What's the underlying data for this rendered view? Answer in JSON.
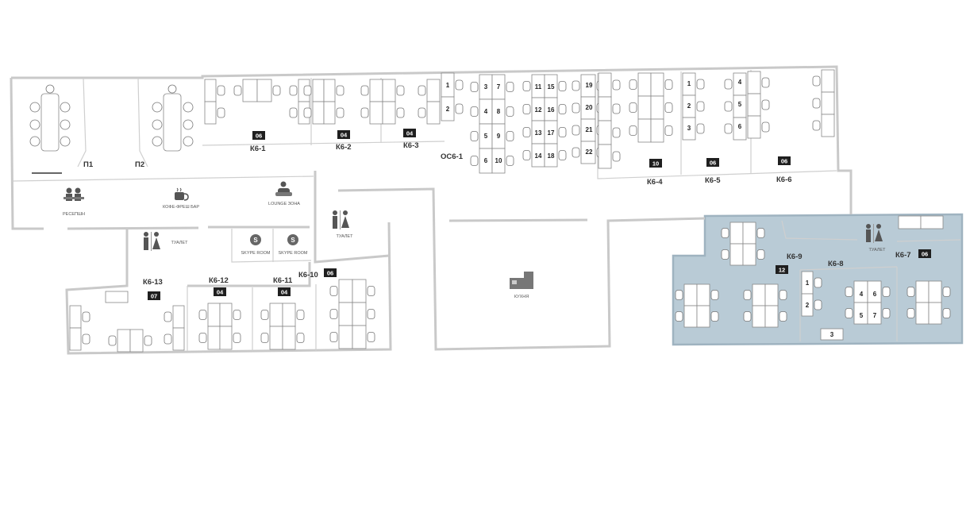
{
  "plan": {
    "rooms": [
      {
        "id": "k6-1",
        "label": "К6-1",
        "badge": "06"
      },
      {
        "id": "k6-2",
        "label": "К6-2",
        "badge": "04"
      },
      {
        "id": "k6-3",
        "label": "К6-3",
        "badge": "04"
      },
      {
        "id": "os6-1",
        "label": "ОС6-1",
        "badge": ""
      },
      {
        "id": "k6-4",
        "label": "К6-4",
        "badge": "10"
      },
      {
        "id": "k6-5",
        "label": "К6-5",
        "badge": "06"
      },
      {
        "id": "k6-6",
        "label": "К6-6",
        "badge": "06"
      },
      {
        "id": "k6-7",
        "label": "К6-7",
        "badge": "06"
      },
      {
        "id": "k6-8",
        "label": "К6-8",
        "badge": ""
      },
      {
        "id": "k6-9",
        "label": "К6-9",
        "badge": "12"
      },
      {
        "id": "k6-10",
        "label": "К6-10",
        "badge": "06"
      },
      {
        "id": "k6-11",
        "label": "К6-11",
        "badge": "04"
      },
      {
        "id": "k6-12",
        "label": "К6-12",
        "badge": "04"
      },
      {
        "id": "k6-13",
        "label": "К6-13",
        "badge": "07"
      }
    ],
    "meeting_rooms": {
      "p1": "П1",
      "p2": "П2"
    },
    "facilities": {
      "reception": "РЕСЕПШН",
      "coffee": "КОФЕ-ФРЕШ БАР",
      "lounge": "LOUNGE ЗОНА",
      "toilet": "ТУАЛЕТ",
      "skype": "SKYPE ROOM",
      "kitchen": "КУХНЯ"
    },
    "desk_numbers": {
      "os_col1": [
        "1",
        "2"
      ],
      "os_col2": [
        "3",
        "4",
        "5",
        "6"
      ],
      "os_col3": [
        "7",
        "8",
        "9",
        "10"
      ],
      "os_col4": [
        "11",
        "12",
        "13",
        "14"
      ],
      "os_col5": [
        "15",
        "16",
        "17",
        "18"
      ],
      "os_col6": [
        "19",
        "20",
        "21",
        "22"
      ],
      "k65": [
        "1",
        "2",
        "3"
      ],
      "k66": [
        "4",
        "5",
        "6"
      ],
      "k68_a": [
        "1",
        "2"
      ],
      "k68_b": [
        "4",
        "5"
      ],
      "k68_c": [
        "6",
        "7"
      ],
      "k68_d": "3"
    },
    "colors": {
      "highlight": "#b9cbd6",
      "highlight_border": "#9fb3c0",
      "badge": "#1f1f1f",
      "wall": "#c9c9c9"
    }
  }
}
